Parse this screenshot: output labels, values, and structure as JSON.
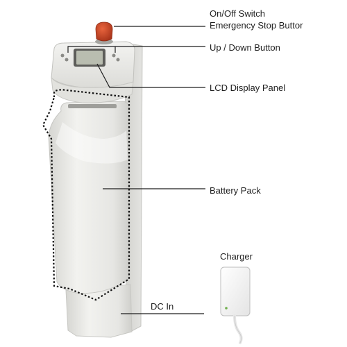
{
  "labels": {
    "switch_line1": "On/Off Switch",
    "switch_line2": "Emergency Stop Buttor",
    "up_down": "Up / Down Button",
    "lcd": "LCD Display Panel",
    "battery": "Battery Pack",
    "charger": "Charger",
    "dc_in": "DC In"
  },
  "colors": {
    "background": "#ffffff",
    "device_body": "#e9e9e6",
    "device_shadow": "#d0d0cc",
    "stop_button": "#c8401f",
    "lcd_screen": "#b9bdb0",
    "leader_line": "#1e1e1e",
    "battery_outline": "#111111",
    "charger_body": "#f4f4f4",
    "indicator_led": "#6fb04c"
  },
  "icons": {
    "stop_button": "red-mushroom-button",
    "lcd": "lcd-screen",
    "charger": "power-brick-with-cable"
  }
}
